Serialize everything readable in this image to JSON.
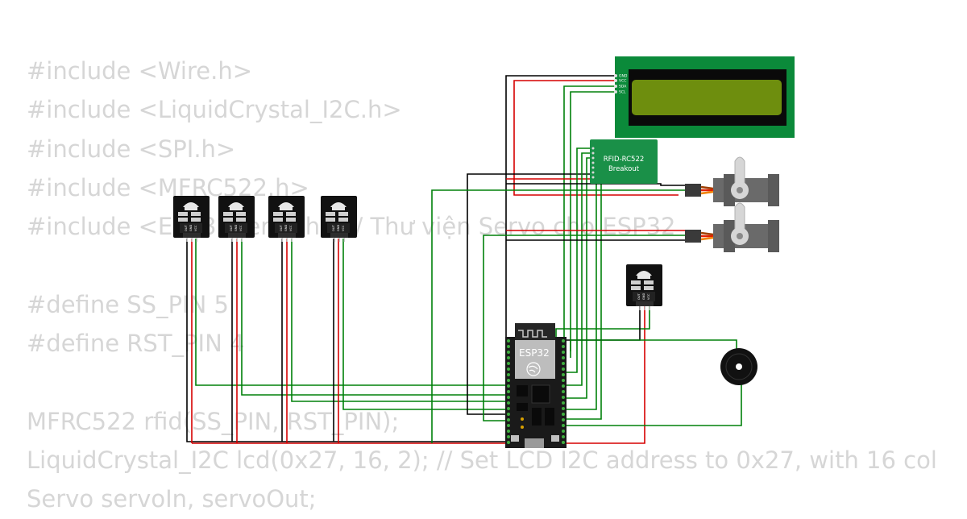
{
  "code_lines": [
    "#include <Wire.h>",
    "#include <LiquidCrystal_I2C.h>",
    "#include <SPI.h>",
    "#include <MFRC522.h>",
    "#include <ESP32Servo.h> // Thư viện Servo cho ESP32",
    "",
    "#define SS_PIN 5",
    "#define RST_PIN 4",
    "",
    "MFRC522 rfid(SS_PIN, RST_PIN);",
    "LiquidCrystal_I2C lcd(0x27, 16, 2); // Set LCD I2C address to 0x27, with 16 col",
    "Servo servoIn, servoOut;"
  ],
  "esp32": {
    "label": "ESP32"
  },
  "rfid": {
    "line1": "RFID-RC522",
    "line2": "Breakout"
  },
  "lcd": {
    "pins": [
      "GND",
      "VCC",
      "SDA",
      "SCL"
    ]
  },
  "ir_sensors": {
    "pins": [
      "OUT",
      "GND",
      "VCC"
    ]
  },
  "colors": {
    "background": "#ffffff",
    "code_text": "#d6d6d6",
    "pcb_black": "#1a1a1a",
    "lcd_green": "#0b8a3a",
    "lcd_screen": "#6e8e0e",
    "rfid_green": "#1a9048",
    "servo_grey": "#6a6a6a",
    "wire_black": "#000000",
    "wire_red": "#d60000",
    "wire_green": "#00800a"
  }
}
